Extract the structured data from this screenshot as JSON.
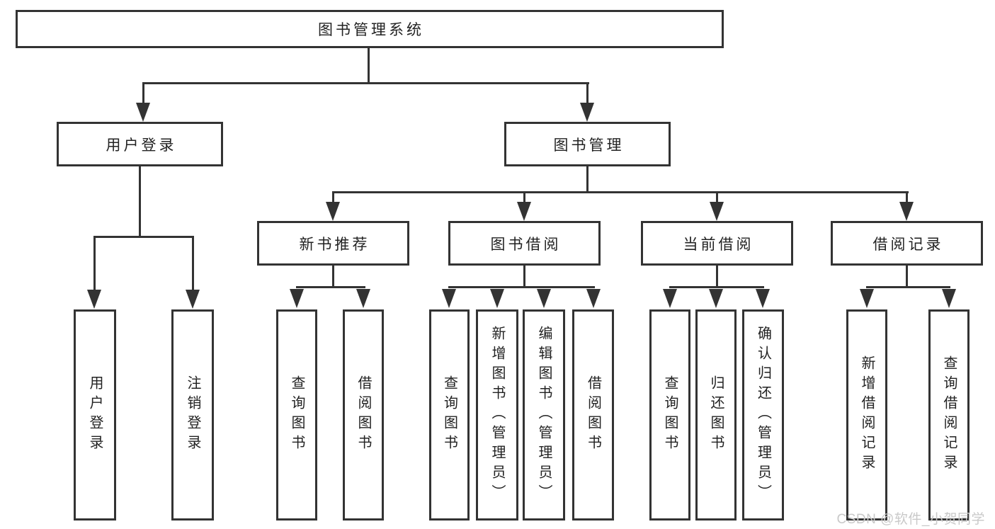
{
  "diagram": {
    "root": {
      "label": "图书管理系统"
    },
    "level2": [
      {
        "label": "用户登录"
      },
      {
        "label": "图书管理"
      }
    ],
    "level3": [
      {
        "label": "新书推荐"
      },
      {
        "label": "图书借阅"
      },
      {
        "label": "当前借阅"
      },
      {
        "label": "借阅记录"
      }
    ],
    "leaves": {
      "user_login": [
        "用户登录",
        "注销登录"
      ],
      "new_book": [
        "查询图书",
        "借阅图书"
      ],
      "book_borrow": [
        "查询图书",
        "新增图书（管理员）",
        "编辑图书（管理员）",
        "借阅图书"
      ],
      "current_borrow": [
        "查询图书",
        "归还图书",
        "确认归还（管理员）"
      ],
      "borrow_record": [
        "新增借阅记录",
        "查询借阅记录"
      ]
    },
    "watermark": "CSDN @软件_小贺同学",
    "colors": {
      "line": "#333333",
      "text": "#222222",
      "background": "#ffffff",
      "watermark": "#c9c9c9"
    }
  }
}
